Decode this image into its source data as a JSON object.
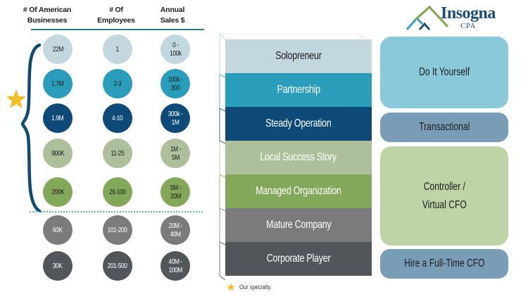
{
  "headers": {
    "businesses": "# Of American\nBusinesses",
    "employees": "# Of\nEmployees",
    "sales": "Annual\nSales $"
  },
  "logo": {
    "name": "Insogna",
    "sub": "CPA",
    "colors": {
      "navy": "#1c4d7a",
      "green": "#7fa650",
      "teal": "#3aa0c6"
    }
  },
  "rows": [
    {
      "businesses": "22M",
      "employees": "1",
      "sales": "0 -\n100k",
      "stage": "Solopreneur",
      "color": "#c3d8de",
      "text_color": "#1c1c1c"
    },
    {
      "businesses": "1.7M",
      "employees": "2-3",
      "sales": "100k -\n300",
      "stage": "Partnership",
      "color": "#2a9dbb",
      "text_color": "#ffffff"
    },
    {
      "businesses": "1.9M",
      "employees": "4-10",
      "sales": "300k -\n1M",
      "stage": "Steady Operation",
      "color": "#0e4a77",
      "text_color": "#ffffff"
    },
    {
      "businesses": "900K",
      "employees": "11-25",
      "sales": "1M -\n5M",
      "stage": "Local Success Story",
      "color": "#aebf9b",
      "text_color": "#ffffff"
    },
    {
      "businesses": "200K",
      "employees": "26-100",
      "sales": "5M -\n20M",
      "stage": "Managed Organization",
      "color": "#83a85a",
      "text_color": "#ffffff"
    },
    {
      "businesses": "60K",
      "employees": "101-200",
      "sales": "20M -\n40M",
      "stage": "Mature Company",
      "color": "#7a7b7c",
      "text_color": "#ffffff"
    },
    {
      "businesses": "30K",
      "employees": "201-500",
      "sales": "40M -\n100M",
      "stage": "Corporate Player",
      "color": "#51565b",
      "text_color": "#ffffff"
    }
  ],
  "services": [
    {
      "label": "Do It Yourself",
      "color": "#89c9da"
    },
    {
      "label": "Transactional",
      "color": "#7a9db7"
    },
    {
      "label": "Controller /\nVirtual CFO",
      "color": "#bed3a6"
    },
    {
      "label": "Hire a Full-Time CFO",
      "color": "#7a9db7"
    }
  ],
  "legend": {
    "icon": "star-icon",
    "label": "Our specialty.",
    "star_color": "#f2bf27"
  },
  "accent": {
    "brace": "#0e4a77",
    "rule": "#2a7f9e"
  }
}
